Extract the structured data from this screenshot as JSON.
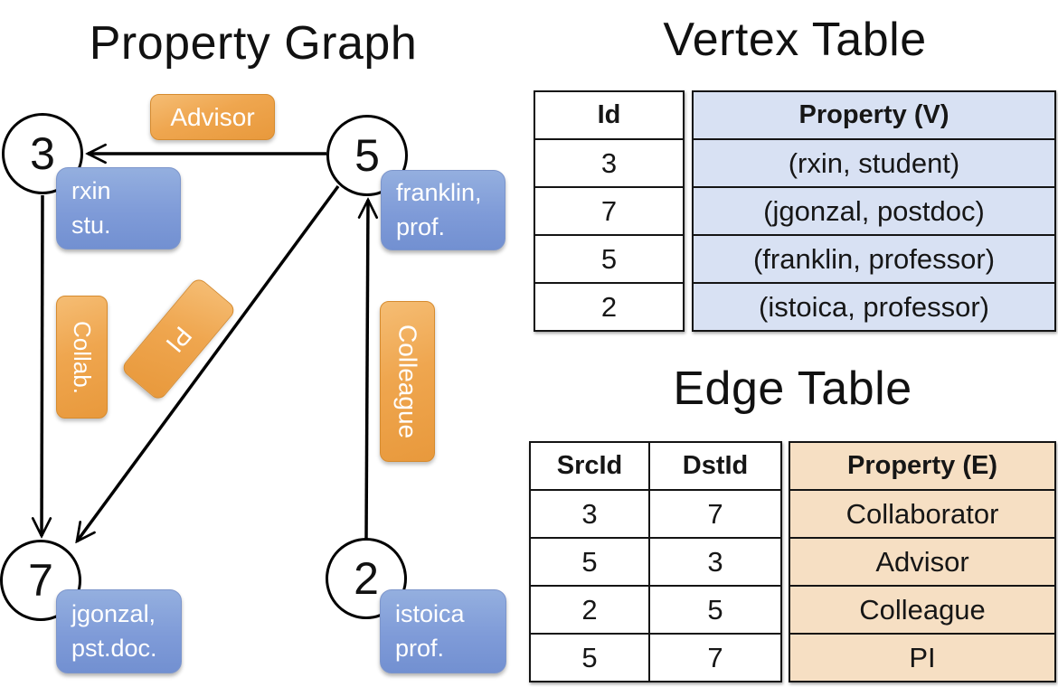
{
  "graph": {
    "title": "Property Graph",
    "nodes": [
      {
        "id": "3"
      },
      {
        "id": "5"
      },
      {
        "id": "7"
      },
      {
        "id": "2"
      }
    ],
    "node_properties": [
      {
        "lines": [
          "rxin",
          "stu."
        ]
      },
      {
        "lines": [
          "franklin,",
          "prof."
        ]
      },
      {
        "lines": [
          "jgonzal,",
          "pst.doc."
        ]
      },
      {
        "lines": [
          "istoica",
          "prof."
        ]
      }
    ],
    "edge_labels": {
      "advisor": "Advisor",
      "collab": "Collab.",
      "pi": "PI",
      "colleague": "Colleague"
    }
  },
  "vertex_table": {
    "title": "Vertex Table",
    "columns": [
      "Id",
      "Property (V)"
    ],
    "rows": [
      [
        "3",
        "(rxin, student)"
      ],
      [
        "7",
        "(jgonzal, postdoc)"
      ],
      [
        "5",
        "(franklin, professor)"
      ],
      [
        "2",
        "(istoica, professor)"
      ]
    ]
  },
  "edge_table": {
    "title": "Edge Table",
    "columns": [
      "SrcId",
      "DstId",
      "Property (E)"
    ],
    "rows": [
      [
        "3",
        "7",
        "Collaborator"
      ],
      [
        "5",
        "3",
        "Advisor"
      ],
      [
        "2",
        "5",
        "Colleague"
      ],
      [
        "5",
        "7",
        "PI"
      ]
    ]
  },
  "colors": {
    "edge_box_orange_top": "#f5bd74",
    "edge_box_orange_bottom": "#e8993c",
    "vertex_box_blue_top": "#94afdf",
    "vertex_box_blue_bottom": "#7290d1",
    "vertex_property_bg": "#d8e1f3",
    "edge_property_bg": "#f6dfc3",
    "line_color": "#000000"
  }
}
